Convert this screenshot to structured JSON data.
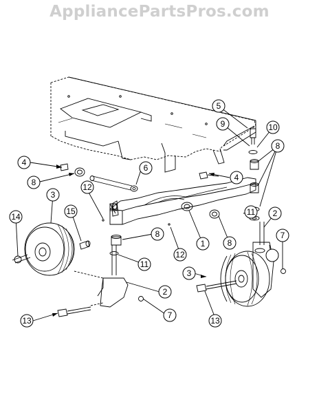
{
  "watermark": "AppliancePartsPros.com",
  "callouts": [
    {
      "id": "c5",
      "text": "5"
    },
    {
      "id": "c9",
      "text": "9"
    },
    {
      "id": "c10",
      "text": "10"
    },
    {
      "id": "c8a",
      "text": "8"
    },
    {
      "id": "c4a",
      "text": "4"
    },
    {
      "id": "c6",
      "text": "6"
    },
    {
      "id": "c8b",
      "text": "8"
    },
    {
      "id": "c4b",
      "text": "4"
    },
    {
      "id": "c12a",
      "text": "12"
    },
    {
      "id": "c3a",
      "text": "3"
    },
    {
      "id": "c15",
      "text": "15"
    },
    {
      "id": "c14",
      "text": "14"
    },
    {
      "id": "c11a",
      "text": "11"
    },
    {
      "id": "c2a",
      "text": "2"
    },
    {
      "id": "c8c",
      "text": "8"
    },
    {
      "id": "c1",
      "text": "1"
    },
    {
      "id": "c8d",
      "text": "8"
    },
    {
      "id": "c12b",
      "text": "12"
    },
    {
      "id": "c7a",
      "text": "7"
    },
    {
      "id": "c11b",
      "text": "11"
    },
    {
      "id": "c3b",
      "text": "3"
    },
    {
      "id": "c2b",
      "text": "2"
    },
    {
      "id": "c7b",
      "text": "7"
    },
    {
      "id": "c13a",
      "text": "13"
    },
    {
      "id": "c13b",
      "text": "13"
    }
  ]
}
